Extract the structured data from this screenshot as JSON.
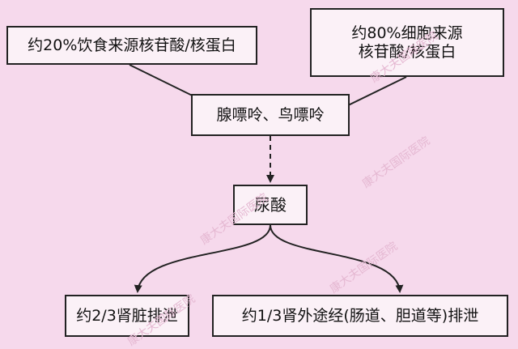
{
  "nodes": {
    "diet": "约20%饮食来源核苷酸/核蛋白",
    "cell_line1": "约80%细胞来源",
    "cell_line2": "核苷酸/核蛋白",
    "purine": "腺嘌呤、鸟嘌呤",
    "uric_acid": "尿酸",
    "kidney": "约2/3肾脏排泄",
    "extrarenal": "约1/3肾外途经(肠道、胆道等)排泄"
  },
  "watermark": "康大夫国际医院",
  "colors": {
    "background": "#f6d9ec",
    "box_fill": "#fbf1f7",
    "line": "#222222",
    "watermark": "#e5b8d2"
  }
}
